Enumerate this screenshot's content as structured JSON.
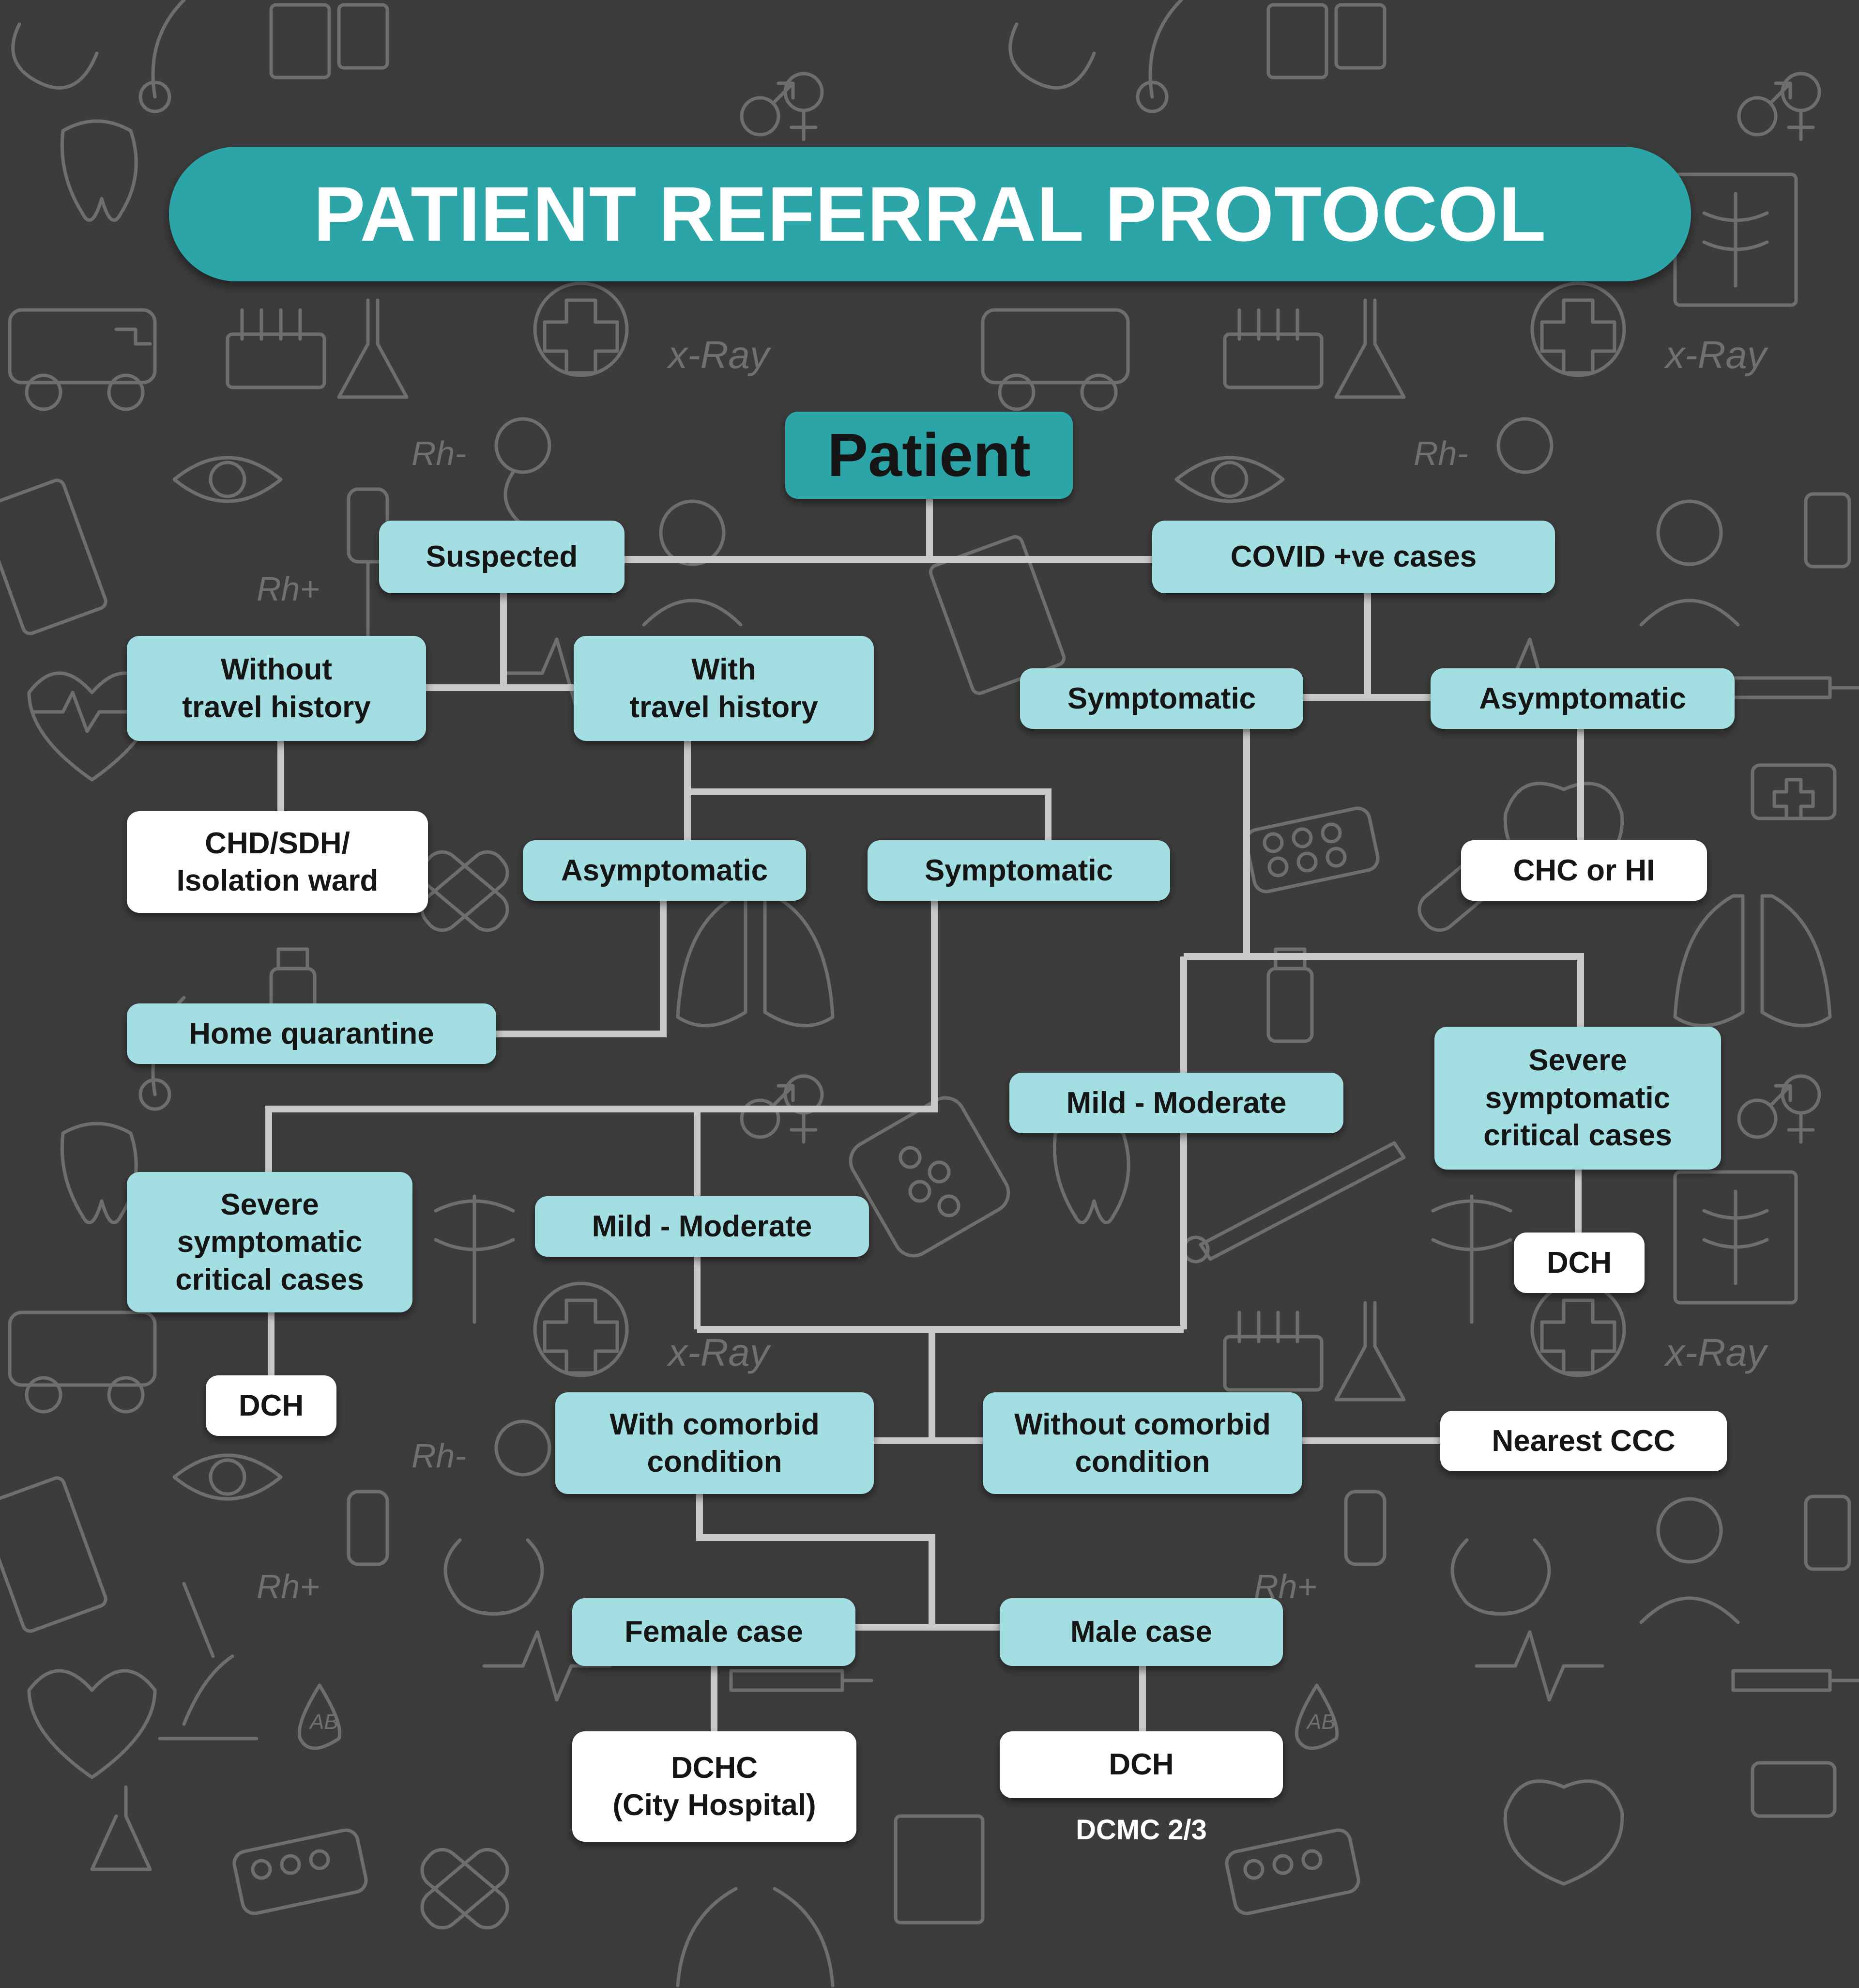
{
  "title": "PATIENT REFERRAL PROTOCOL",
  "background_doodles": [
    "x-Ray",
    "Rh-",
    "Rh+",
    "AB"
  ],
  "colors": {
    "background": "#3c3c3c",
    "banner": "#2ca5a8",
    "node": "#a3dfe2",
    "terminal": "#ffffff",
    "connector": "#c9c9c9",
    "doodle": "#8a8a8a"
  },
  "nodes": {
    "patient": "Patient",
    "suspected": "Suspected",
    "covid_positive": "COVID +ve cases",
    "without_travel": "Without\ntravel history",
    "with_travel": "With\ntravel history",
    "chd_sdh": "CHD/SDH/\nIsolation ward",
    "sus_asymptomatic": "Asymptomatic",
    "sus_symptomatic": "Symptomatic",
    "home_quarantine": "Home quarantine",
    "cov_symptomatic": "Symptomatic",
    "cov_asymptomatic": "Asymptomatic",
    "chc_hi": "CHC or HI",
    "cov_mild_moderate": "Mild - Moderate",
    "cov_severe": "Severe\nsymptomatic\ncritical cases",
    "cov_dch": "DCH",
    "sus_severe": "Severe\nsymptomatic\ncritical cases",
    "sus_dch": "DCH",
    "sus_mild_moderate": "Mild - Moderate",
    "with_comorbid": "With comorbid\ncondition",
    "without_comorbid": "Without comorbid\ncondition",
    "nearest_ccc": "Nearest CCC",
    "female_case": "Female case",
    "male_case": "Male case",
    "dchc_city": "DCHC\n(City Hospital)",
    "male_dch": "DCH"
  },
  "male_dch_caption": "DCMC 2/3"
}
